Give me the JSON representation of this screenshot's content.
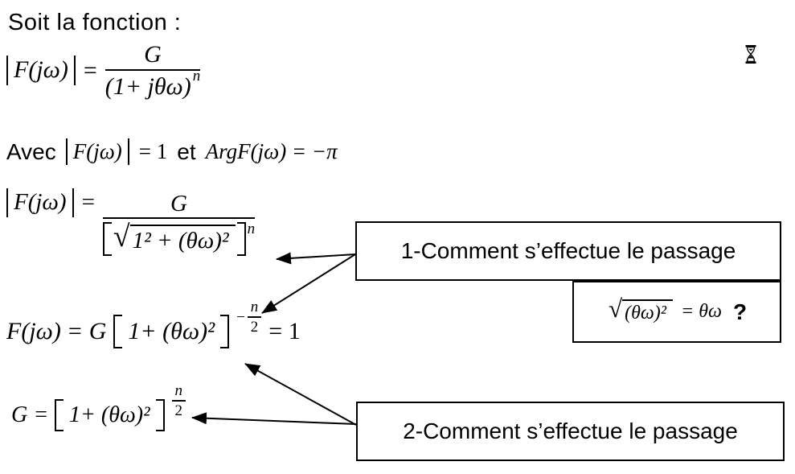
{
  "colors": {
    "background": "#ffffff",
    "text": "#000000",
    "border": "#000000"
  },
  "title": "Soit la fonction :",
  "icons": {
    "hourglass": "hourglass-wait-cursor"
  },
  "intro_formula": {
    "lhs_function": "F(jω)",
    "equals": "=",
    "numerator": "G",
    "denominator_base": "(1+ jθω)",
    "denominator_exponent": "n"
  },
  "condition_line": {
    "prefix": "Avec",
    "modulus_expr": "F(jω)",
    "modulus_value": "= 1",
    "conjunction": "et",
    "argument_expr": "ArgF(jω) = −π"
  },
  "modulus_formula": {
    "lhs_function": "F(jω)",
    "equals": "=",
    "numerator": "G",
    "sqrt_body": "1² + (θω)²",
    "exponent": "n"
  },
  "middle_formula": {
    "lhs": "F(jω)",
    "equals": "=",
    "coefficient": "G",
    "bracket_body": "1+ (θω)²",
    "exponent_sign": "−",
    "exponent_numerator": "n",
    "exponent_denominator": "2",
    "result": "= 1"
  },
  "gain_formula": {
    "lhs": "G",
    "equals": "=",
    "bracket_body": "1+ (θω)²",
    "exponent_numerator": "n",
    "exponent_denominator": "2"
  },
  "question_box_1": {
    "label": "1-Comment s’effectue le passage"
  },
  "hint_box": {
    "sqrt_body": "(θω)²",
    "result": "= θω",
    "question_mark": "?"
  },
  "question_box_2": {
    "label": "2-Comment s’effectue le passage"
  }
}
